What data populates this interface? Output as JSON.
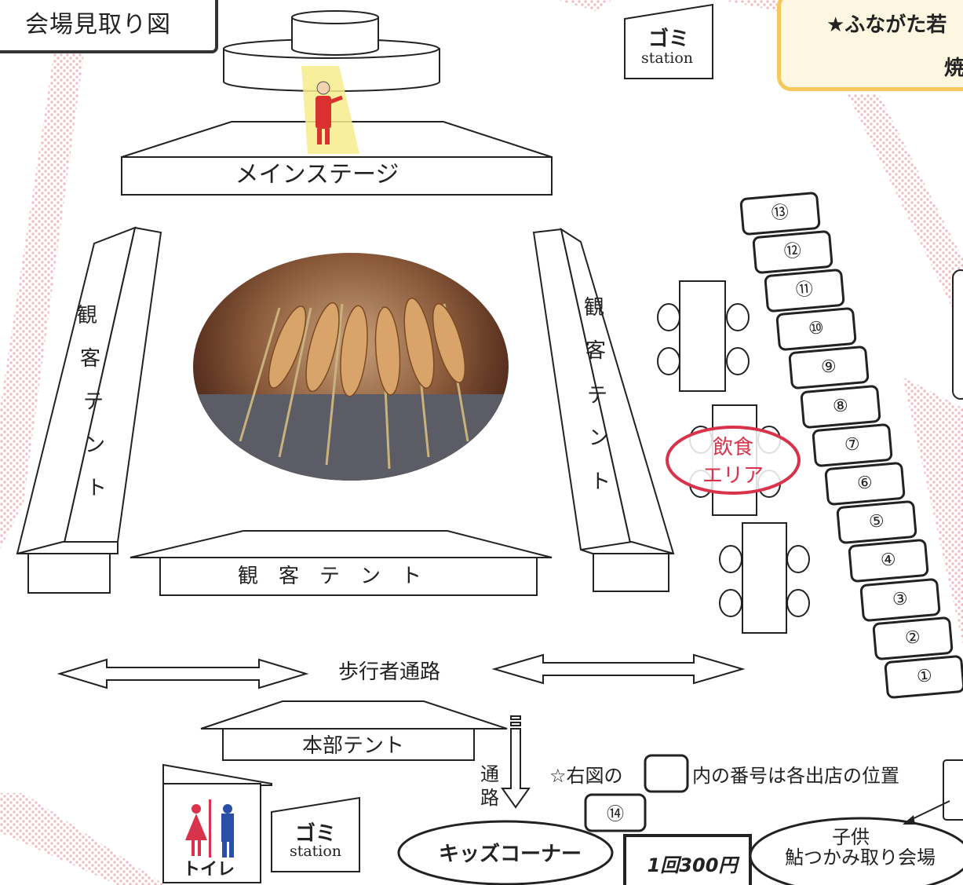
{
  "title": "会場見取り図",
  "notice": {
    "line1": "★ふながた若",
    "line2": "焼"
  },
  "gomi_top": {
    "label": "ゴミ",
    "sub": "station"
  },
  "main_stage": "メインステージ",
  "audience_left": "観客テント",
  "audience_right": "観客テント",
  "audience_bottom": "観　客　テ　ン　ト",
  "food_area": {
    "line1": "飲食",
    "line2": "エリア"
  },
  "stalls": [
    "①",
    "②",
    "③",
    "④",
    "⑤",
    "⑥",
    "⑦",
    "⑧",
    "⑨",
    "⑩",
    "⑪",
    "⑫",
    "⑬"
  ],
  "stall_14": "⑭",
  "walkway": "歩行者通路",
  "hq_tent": "本部テント",
  "passage": "通路",
  "note": {
    "prefix": "☆右図の",
    "suffix": "内の番号は各出店の位置"
  },
  "toilet": "トイレ",
  "gomi_bottom": {
    "label": "ゴミ",
    "sub": "station"
  },
  "kids_corner": "キッズコーナー",
  "price": "1回300円",
  "ayu": {
    "line1": "子供",
    "line2": "鮎つかみ取り会場"
  },
  "colors": {
    "pink_path": "#f6c4cc",
    "notice_border": "#f4c85a",
    "food_area_red": "#d8334a",
    "line": "#222222"
  }
}
